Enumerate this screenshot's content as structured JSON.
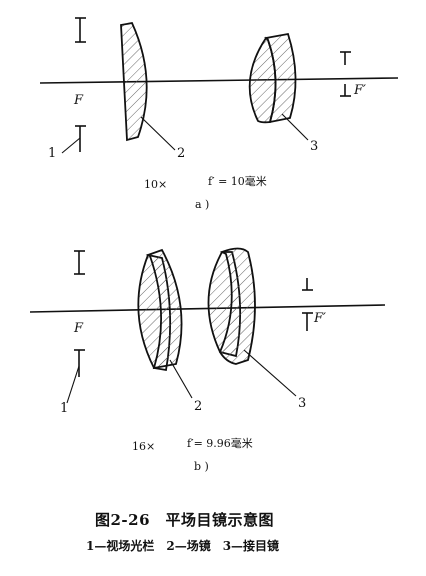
{
  "diagram_a": {
    "focal_label": "F",
    "focal_prime_label": "F′",
    "part_1_label": "1",
    "part_2_label": "2",
    "part_3_label": "3",
    "magnification": "10×",
    "focal_length": "f′ = 10毫米",
    "sublabel": "a )"
  },
  "diagram_b": {
    "focal_label": "F",
    "focal_prime_label": "F′",
    "part_1_label": "1",
    "part_2_label": "2",
    "part_3_label": "3",
    "magnification": "16×",
    "focal_length": "f′= 9.96毫米",
    "sublabel": "b )"
  },
  "caption": {
    "title": "图2-26　平场目镜示意图",
    "legend": "1—视场光栏　2—场镜　3—接目镜"
  },
  "colors": {
    "ink": "#111111",
    "hatch": "#555555",
    "paper": "#ffffff"
  }
}
